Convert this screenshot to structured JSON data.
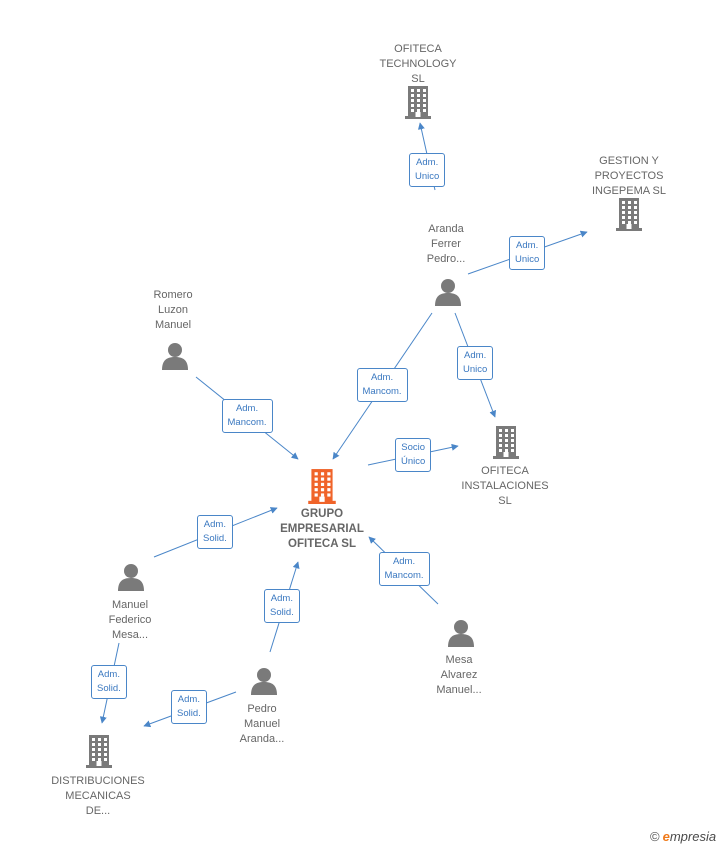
{
  "nodes": {
    "ofiteca_technology": {
      "label": "OFITECA\nTECHNOLOGY\nSL",
      "kind": "company"
    },
    "gestion": {
      "label": "GESTION Y\nPROYECTOS\nINGEPEMA  SL",
      "kind": "company"
    },
    "aranda_ferrer": {
      "label": "Aranda\nFerrer\nPedro...",
      "kind": "person"
    },
    "romero": {
      "label": "Romero\nLuzon\nManuel",
      "kind": "person"
    },
    "grupo": {
      "label": "GRUPO\nEMPRESARIAL\nOFITECA  SL",
      "kind": "company-main"
    },
    "ofiteca_instalaciones": {
      "label": "OFITECA\nINSTALACIONES\nSL",
      "kind": "company"
    },
    "manuel_federico": {
      "label": "Manuel\nFederico\nMesa...",
      "kind": "person"
    },
    "mesa_alvarez": {
      "label": "Mesa\nAlvarez\nManuel...",
      "kind": "person"
    },
    "pedro_manuel": {
      "label": "Pedro\nManuel\nAranda...",
      "kind": "person"
    },
    "distribuciones": {
      "label": "DISTRIBUCIONES\nMECANICAS\nDE...",
      "kind": "company"
    }
  },
  "edges": [
    {
      "from": "aranda_ferrer",
      "to": "ofiteca_technology",
      "label": "Adm.\nUnico"
    },
    {
      "from": "aranda_ferrer",
      "to": "gestion",
      "label": "Adm.\nUnico"
    },
    {
      "from": "aranda_ferrer",
      "to": "ofiteca_instalaciones",
      "label": "Adm.\nUnico"
    },
    {
      "from": "aranda_ferrer",
      "to": "grupo",
      "label": "Adm.\nMancom."
    },
    {
      "from": "romero",
      "to": "grupo",
      "label": "Adm.\nMancom."
    },
    {
      "from": "grupo",
      "to": "ofiteca_instalaciones",
      "label": "Socio\nÚnico"
    },
    {
      "from": "manuel_federico",
      "to": "grupo",
      "label": "Adm.\nSolid."
    },
    {
      "from": "mesa_alvarez",
      "to": "grupo",
      "label": "Adm.\nMancom."
    },
    {
      "from": "pedro_manuel",
      "to": "grupo",
      "label": "Adm.\nSolid."
    },
    {
      "from": "manuel_federico",
      "to": "distribuciones",
      "label": "Adm.\nSolid."
    },
    {
      "from": "pedro_manuel",
      "to": "distribuciones",
      "label": "Adm.\nSolid."
    }
  ],
  "colors": {
    "edge": "#4a86c8",
    "icon": "#7a7a7a",
    "main_icon": "#f0642a"
  },
  "brand": {
    "copyright": "©",
    "e": "e",
    "rest": "mpresia"
  }
}
